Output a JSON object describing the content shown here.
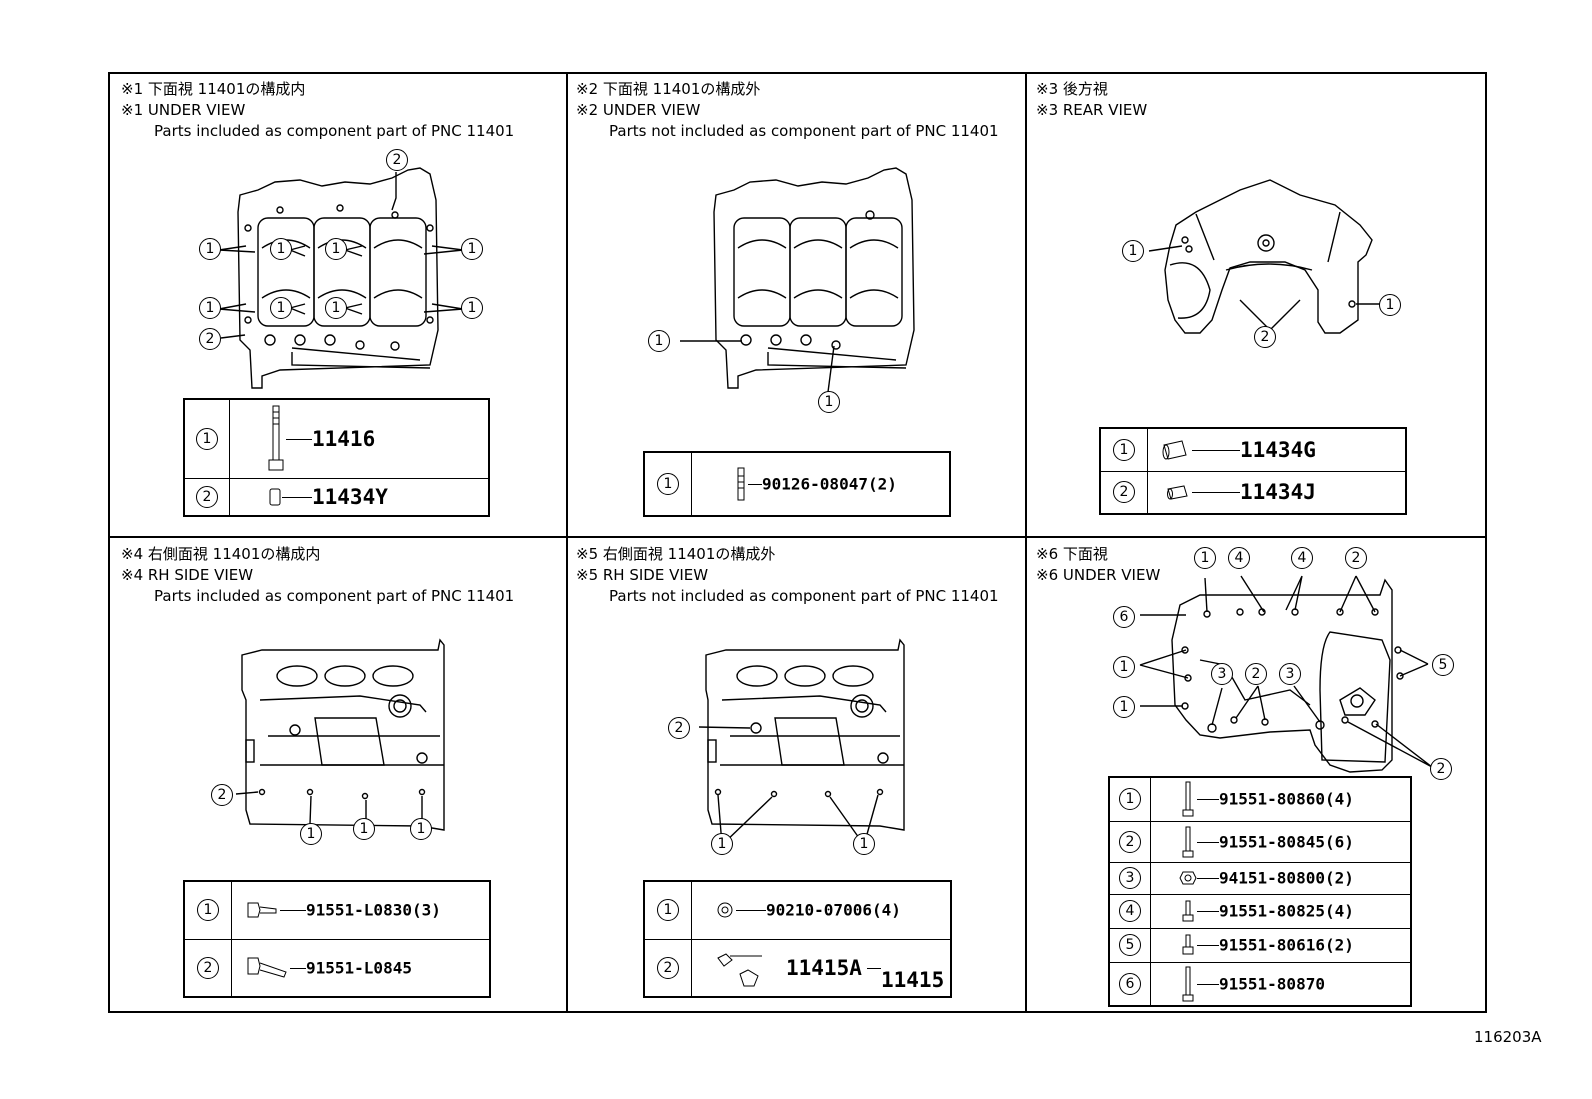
{
  "sheet_code": "116203A",
  "panels": [
    {
      "id": "p1",
      "title_jp": "※1 下面視 11401の構成内",
      "title_en": "※1 UNDER VIEW",
      "note": "Parts included as component part of PNC 11401",
      "parts": [
        {
          "no": "1",
          "part": "11416",
          "icon": "long-bolt-icon"
        },
        {
          "no": "2",
          "part": "11434Y",
          "icon": "pin-icon"
        }
      ]
    },
    {
      "id": "p2",
      "title_jp": "※2 下面視 11401の構成外",
      "title_en": "※2 UNDER VIEW",
      "note": "Parts not included as component part of PNC 11401",
      "parts": [
        {
          "no": "1",
          "part": "90126-08047(2)",
          "icon": "stud-bolt-icon"
        }
      ]
    },
    {
      "id": "p3",
      "title_jp": "※3 後方視",
      "title_en": "※3 REAR VIEW",
      "note": "",
      "parts": [
        {
          "no": "1",
          "part": "11434G",
          "icon": "dowel-icon"
        },
        {
          "no": "2",
          "part": "11434J",
          "icon": "dowel-icon"
        }
      ]
    },
    {
      "id": "p4",
      "title_jp": "※4 右側面視 11401の構成内",
      "title_en": "※4 RH SIDE VIEW",
      "note": "Parts included as component part of PNC 11401",
      "parts": [
        {
          "no": "1",
          "part": "91551-L0830(3)",
          "icon": "short-bolt-icon"
        },
        {
          "no": "2",
          "part": "91551-L0845",
          "icon": "short-bolt-icon"
        }
      ]
    },
    {
      "id": "p5",
      "title_jp": "※5 右側面視 11401の構成外",
      "title_en": "※5 RH SIDE VIEW",
      "note": "Parts not included as component part of PNC 11401",
      "parts": [
        {
          "no": "1",
          "part": "90210-07006(4)",
          "icon": "washer-icon"
        },
        {
          "no": "2",
          "part": "11415A",
          "part_group": "11415",
          "icon": "plug-icon"
        }
      ]
    },
    {
      "id": "p6",
      "title_jp": "※6 下面視",
      "title_en": "※6 UNDER VIEW",
      "note": "",
      "parts": [
        {
          "no": "1",
          "part": "91551-80860(4)",
          "icon": "bolt-icon"
        },
        {
          "no": "2",
          "part": "91551-80845(6)",
          "icon": "bolt-icon"
        },
        {
          "no": "3",
          "part": "94151-80800(2)",
          "icon": "nut-icon"
        },
        {
          "no": "4",
          "part": "91551-80825(4)",
          "icon": "bolt-icon"
        },
        {
          "no": "5",
          "part": "91551-80616(2)",
          "icon": "bolt-icon"
        },
        {
          "no": "6",
          "part": "91551-80870",
          "icon": "bolt-icon"
        }
      ]
    }
  ],
  "callout_numbers": [
    "1",
    "2",
    "3",
    "4",
    "5",
    "6"
  ]
}
